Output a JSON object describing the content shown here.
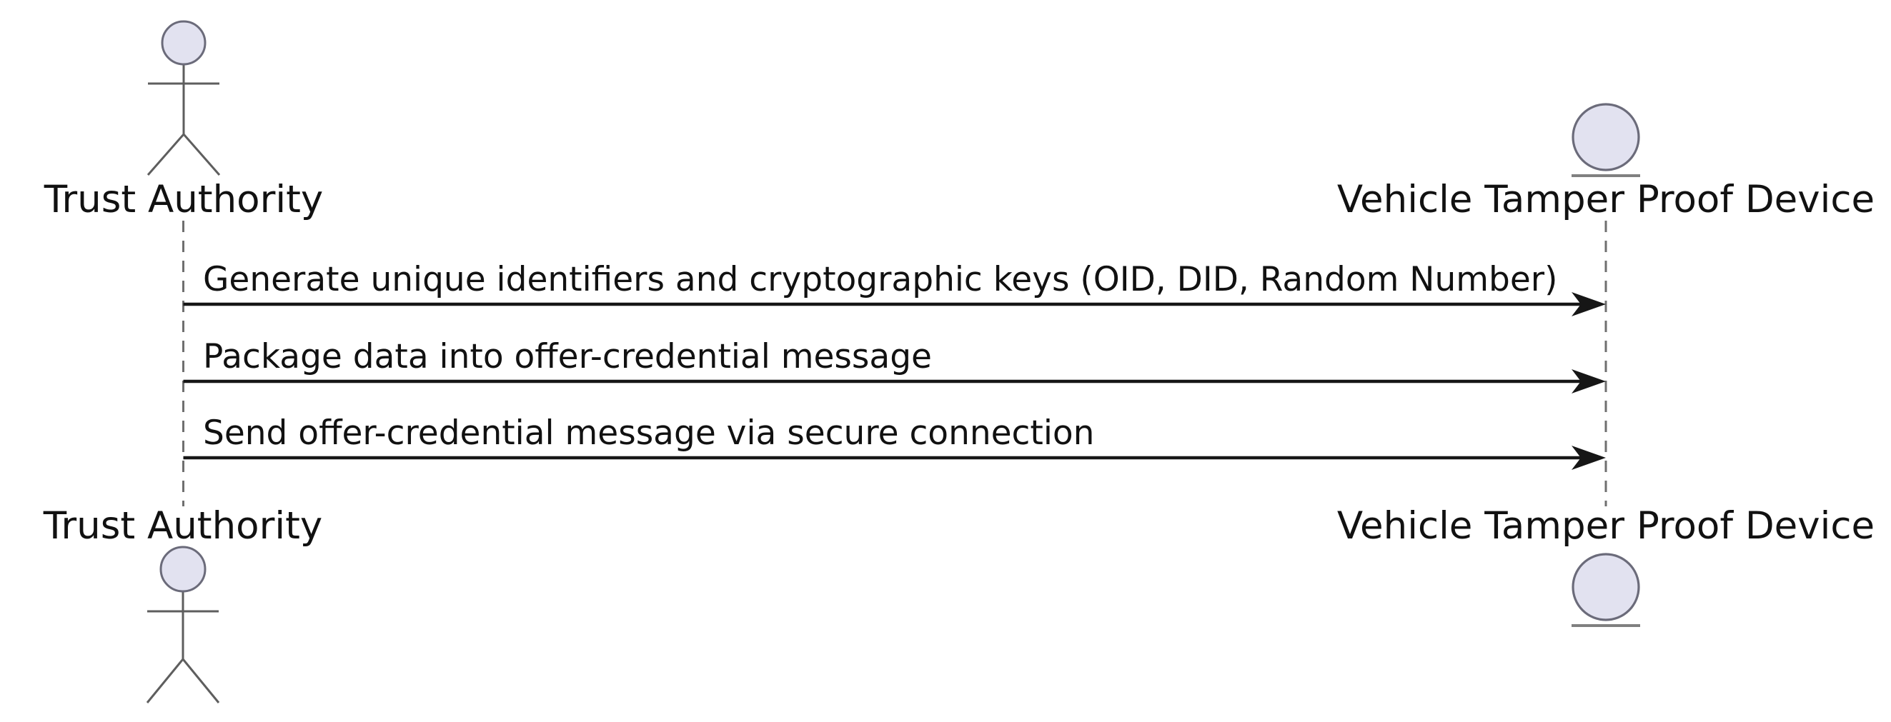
{
  "diagram": {
    "type": "uml-sequence-diagram",
    "participants": [
      {
        "id": "trust-authority",
        "label": "Trust Authority",
        "kind": "actor"
      },
      {
        "id": "vehicle-tamper-proof-device",
        "label": "Vehicle Tamper Proof Device",
        "kind": "entity"
      }
    ],
    "messages": [
      {
        "from": "trust-authority",
        "to": "vehicle-tamper-proof-device",
        "label": "Generate unique identifiers and cryptographic keys (OID, DID, Random Number)"
      },
      {
        "from": "trust-authority",
        "to": "vehicle-tamper-proof-device",
        "label": "Package data into offer-credential message"
      },
      {
        "from": "trust-authority",
        "to": "vehicle-tamper-proof-device",
        "label": "Send offer-credential message via secure connection"
      }
    ],
    "colors": {
      "background": "#FFFFFF",
      "shape_fill": "#E2E2F0",
      "shape_stroke": "#6B6B7A",
      "figure_stroke": "#5E5E5E",
      "entity_underline": "#808080",
      "lifeline": "#6F6F6F",
      "arrow": "#161616",
      "text": "#111111"
    }
  }
}
